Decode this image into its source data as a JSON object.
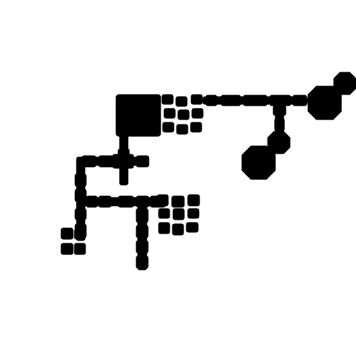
{
  "map": {
    "background_color": "#ffffff",
    "ink_color": "#000000",
    "rooms": [
      {
        "name": "big-square-room",
        "shape": "square"
      },
      {
        "name": "grid-room-top",
        "shape": "grid"
      },
      {
        "name": "octagon-room-east",
        "shape": "octagon"
      },
      {
        "name": "octagon-room-east-small",
        "shape": "octagon"
      },
      {
        "name": "octagon-room-south",
        "shape": "octagon"
      },
      {
        "name": "octagon-room-south-small",
        "shape": "octagon"
      },
      {
        "name": "grid-room-middle",
        "shape": "grid"
      },
      {
        "name": "grid-room-west",
        "shape": "grid"
      }
    ]
  }
}
